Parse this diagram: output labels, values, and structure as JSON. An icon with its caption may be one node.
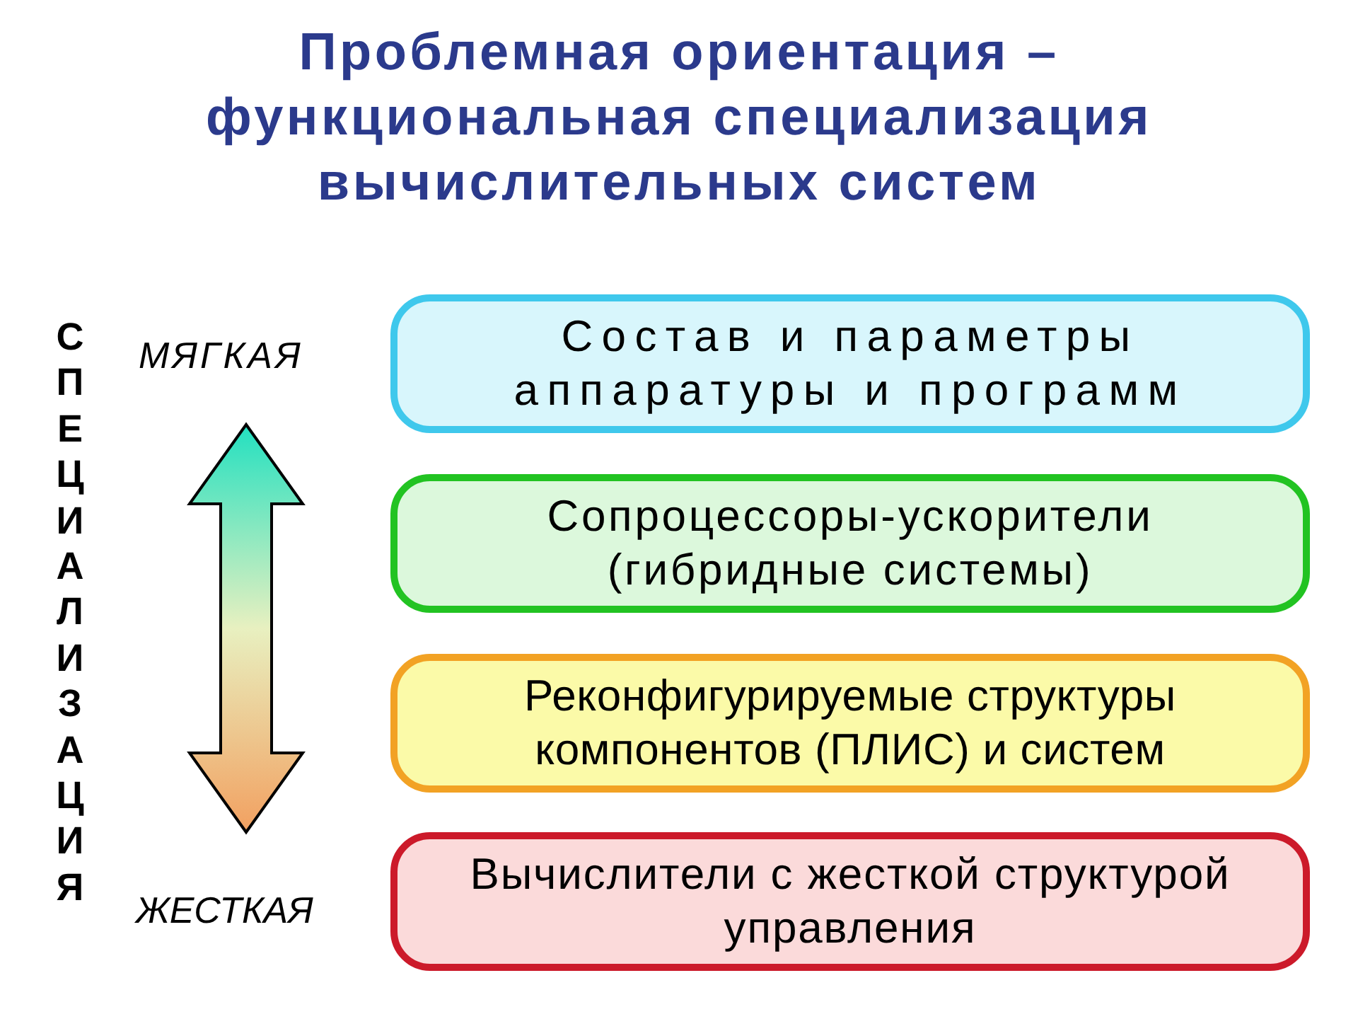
{
  "diagram": {
    "title": "Проблемная ориентация – функциональная специализация вычислительных систем",
    "nodes": [
      {
        "text": [
          "Состав и параметры аппаратуры и программ"
        ]
      },
      {
        "text": [
          "Сопроцессоры-ускорители (гибридные системы)"
        ]
      },
      {
        "text": [
          "Реконфигурируемые структуры компонентов (ПЛИС) и систем"
        ]
      },
      {
        "text": [
          "Вычислители с жесткой структурой управления"
        ]
      }
    ],
    "labels": [
      "СПЕЦИАЛИЗАЦИЯ",
      "МЯГКАЯ",
      "ЖЕСТКАЯ"
    ]
  }
}
